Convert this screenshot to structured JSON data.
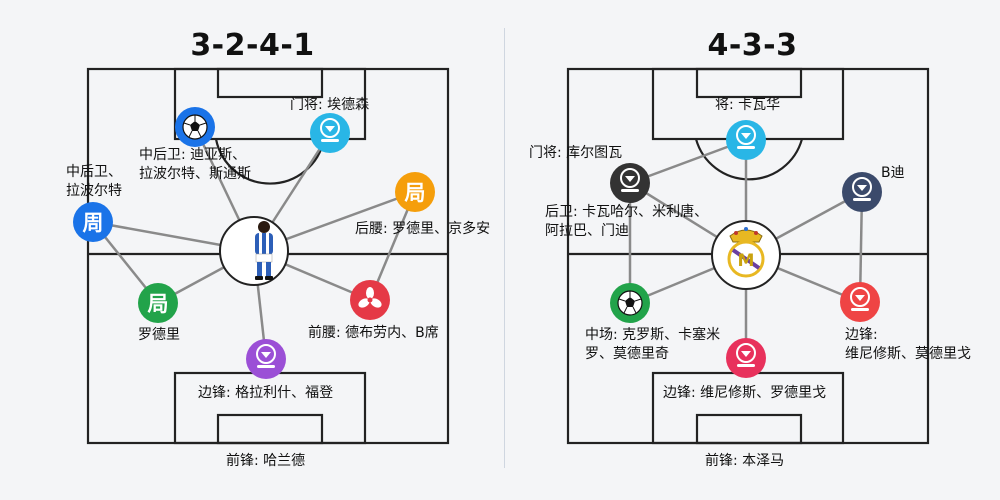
{
  "left": {
    "title": "3-2-4-1",
    "nodes": [
      {
        "id": "center",
        "icon": "player-figure-icon",
        "label": ""
      },
      {
        "id": "cb-left",
        "icon": "soccer-ball-icon",
        "color": "#1a73e8",
        "label": "中后卫: 迪亚斯、\n拉波尔特、斯通斯"
      },
      {
        "id": "gk",
        "icon": "user-download-icon",
        "color": "#29b6e6",
        "label": "门将: 埃德森"
      },
      {
        "id": "cb-far-left",
        "icon": "text-glyph-icon",
        "glyph": "周",
        "color": "#1a73e8",
        "label": "中后卫、\n拉波尔特"
      },
      {
        "id": "dm",
        "icon": "text-glyph-icon",
        "glyph": "局",
        "color": "#f59e0b",
        "label": "后腰: 罗德里、京多安"
      },
      {
        "id": "mid-left",
        "icon": "text-glyph-icon",
        "glyph": "局",
        "color": "#22a34a",
        "label": "罗德里"
      },
      {
        "id": "am",
        "icon": "flower-icon",
        "color": "#e53946",
        "label": "前腰: 德布劳内、B席"
      },
      {
        "id": "wing",
        "icon": "user-download-icon",
        "color": "#9b4fd6",
        "label": "边锋: 格拉利什、福登"
      },
      {
        "id": "fw",
        "icon": "",
        "label": "前锋: 哈兰德"
      }
    ]
  },
  "right": {
    "title": "4-3-3",
    "nodes": [
      {
        "id": "center",
        "icon": "real-madrid-crest-icon",
        "label": ""
      },
      {
        "id": "gk-top",
        "icon": "user-download-icon",
        "color": "#29b6e6",
        "label": "将: 卡瓦华"
      },
      {
        "id": "gk-left",
        "icon": "user-download-icon",
        "color": "#333333",
        "label": "门将: 库尔图瓦"
      },
      {
        "id": "def-label",
        "icon": "",
        "label": "后卫: 卡瓦哈尔、米利唐、\n阿拉巴、门迪"
      },
      {
        "id": "b",
        "icon": "user-download-icon",
        "color": "#3b4a6b",
        "label": "B迪"
      },
      {
        "id": "mid",
        "icon": "soccer-ball-icon",
        "color": "#22a34a",
        "label": "中场: 克罗斯、卡塞米\n罗、莫德里奇"
      },
      {
        "id": "wing-right",
        "icon": "user-download-icon",
        "color": "#ef4444",
        "label": "边锋:\n维尼修斯、莫德里戈"
      },
      {
        "id": "wing-bottom",
        "icon": "user-download-icon",
        "color": "#e8315c",
        "label": "边锋: 维尼修斯、罗德里戈"
      },
      {
        "id": "fw",
        "icon": "",
        "label": "前锋: 本泽马"
      }
    ]
  }
}
